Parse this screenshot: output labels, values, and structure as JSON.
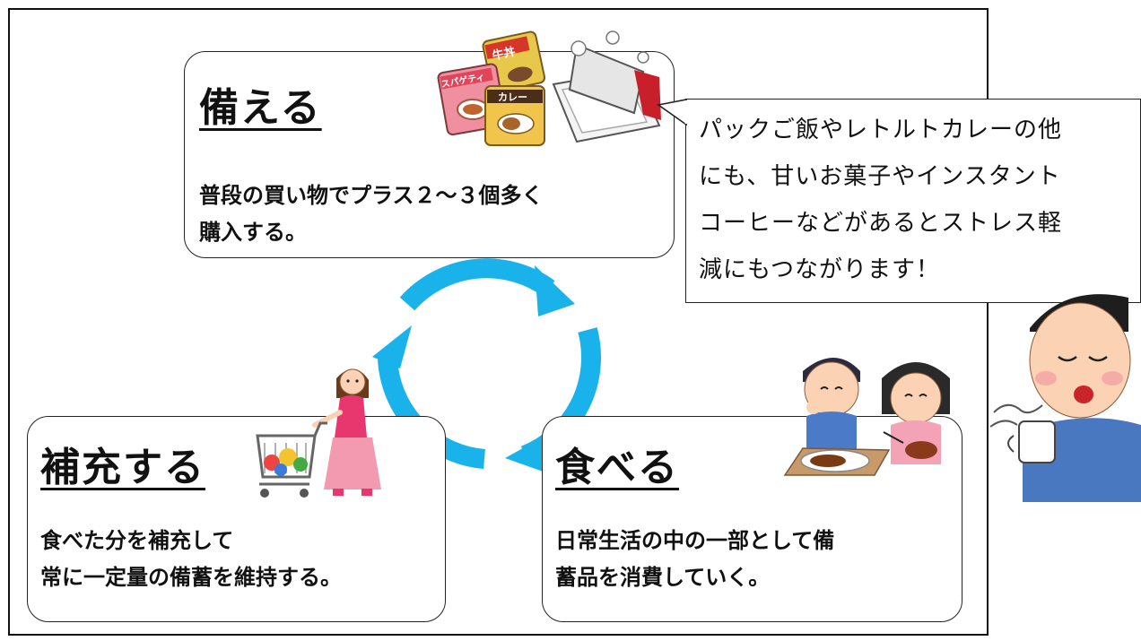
{
  "cards": {
    "prepare": {
      "title": "備える",
      "lines": [
        "普段の買い物でプラス２〜３個多く",
        "購入する。"
      ]
    },
    "replenish": {
      "title": "補充する",
      "lines": [
        "食べた分を補充して",
        "常に一定量の備蓄を維持する。"
      ]
    },
    "eat": {
      "title": "食べる",
      "lines": [
        "日常生活の中の一部として備",
        "蓄品を消費していく。"
      ]
    }
  },
  "bubble": {
    "lines": [
      "パックご飯やレトルトカレーの他",
      "にも、甘いお菓子やインスタント",
      "コーヒーなどがあるとストレス軽",
      "減にもつながります！"
    ]
  },
  "food_labels": {
    "gyudon": "牛丼",
    "spaghetti": "スパゲティ",
    "curry": "カレー"
  },
  "colors": {
    "cycle_arrow": "#1ab2ea",
    "text": "#111111",
    "border": "#222222"
  }
}
